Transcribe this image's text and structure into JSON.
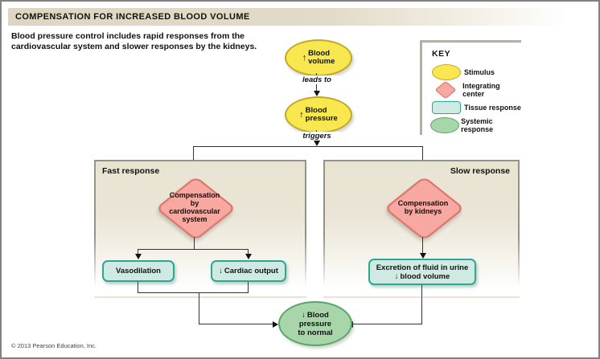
{
  "header": {
    "title": "COMPENSATION FOR INCREASED BLOOD VOLUME",
    "subtitle_line1": "Blood pressure control includes rapid responses from the",
    "subtitle_line2": "cardiovascular system and slower responses by the kidneys."
  },
  "flow": {
    "blood_volume": {
      "arrow": "↑",
      "line1": "Blood",
      "line2": "volume"
    },
    "leads_to_label": "leads to",
    "blood_pressure": {
      "arrow": "↑",
      "line1": "Blood",
      "line2": "pressure"
    },
    "triggers_label": "triggers"
  },
  "fast_panel": {
    "label": "Fast response",
    "diamond": {
      "line1": "Compensation",
      "line2": "by",
      "line3": "cardiovascular",
      "line4": "system"
    },
    "response1": "Vasodilation",
    "response2_arrow": "↓",
    "response2": "Cardiac output"
  },
  "slow_panel": {
    "label": "Slow response",
    "diamond": {
      "line1": "Compensation",
      "line2": "by kidneys"
    },
    "response_line1": "Excretion of fluid in urine",
    "response_arrow": "↓",
    "response_line2": "blood volume"
  },
  "result": {
    "arrow": "↓",
    "line1": "Blood",
    "line2": "pressure",
    "line3": "to normal"
  },
  "key": {
    "title": "KEY",
    "items": [
      {
        "shape": "ellipse-yellow",
        "label": "Stimulus"
      },
      {
        "shape": "diamond-pink",
        "label": "Integrating center"
      },
      {
        "shape": "rect-teal",
        "label": "Tissue response"
      },
      {
        "shape": "ellipse-green",
        "label": "Systemic response"
      }
    ]
  },
  "footer": {
    "copyright": "© 2013 Pearson Education, Inc."
  },
  "colors": {
    "stimulus_fill": "#f8e74e",
    "stimulus_border": "#c2a72b",
    "integrating_fill": "#f6a8a1",
    "integrating_border": "#dd766d",
    "tissue_fill": "#cfeae3",
    "tissue_border": "#2fa593",
    "systemic_fill": "#a8d5aa",
    "systemic_border": "#58a768",
    "panel_bg": "#e9e3d2",
    "titlebar_bg": "#ded6c2",
    "frame_border": "#828282"
  }
}
